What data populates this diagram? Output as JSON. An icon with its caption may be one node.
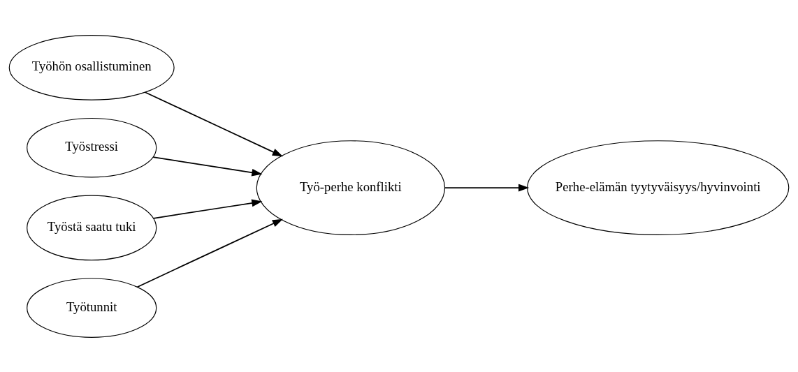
{
  "diagram": {
    "nodes": [
      {
        "text": [
          "Työhön osallistuminen"
        ]
      },
      {
        "text": [
          "Työstressi"
        ]
      },
      {
        "text": [
          "Työstä saatu tuki"
        ]
      },
      {
        "text": [
          "Työtunnit"
        ]
      },
      {
        "text": [
          "Työ-perhe konflikti"
        ]
      },
      {
        "text": [
          "Perhe-elämän tyytyväisyys/hyvinvointi"
        ]
      }
    ],
    "edges": [
      {
        "from": 0,
        "to": 4,
        "arrow": "to"
      },
      {
        "from": 1,
        "to": 4,
        "arrow": "to"
      },
      {
        "from": 2,
        "to": 4,
        "arrow": "to"
      },
      {
        "from": 3,
        "to": 4,
        "arrow": "to"
      },
      {
        "from": 4,
        "to": 5,
        "arrow": "to"
      }
    ]
  }
}
